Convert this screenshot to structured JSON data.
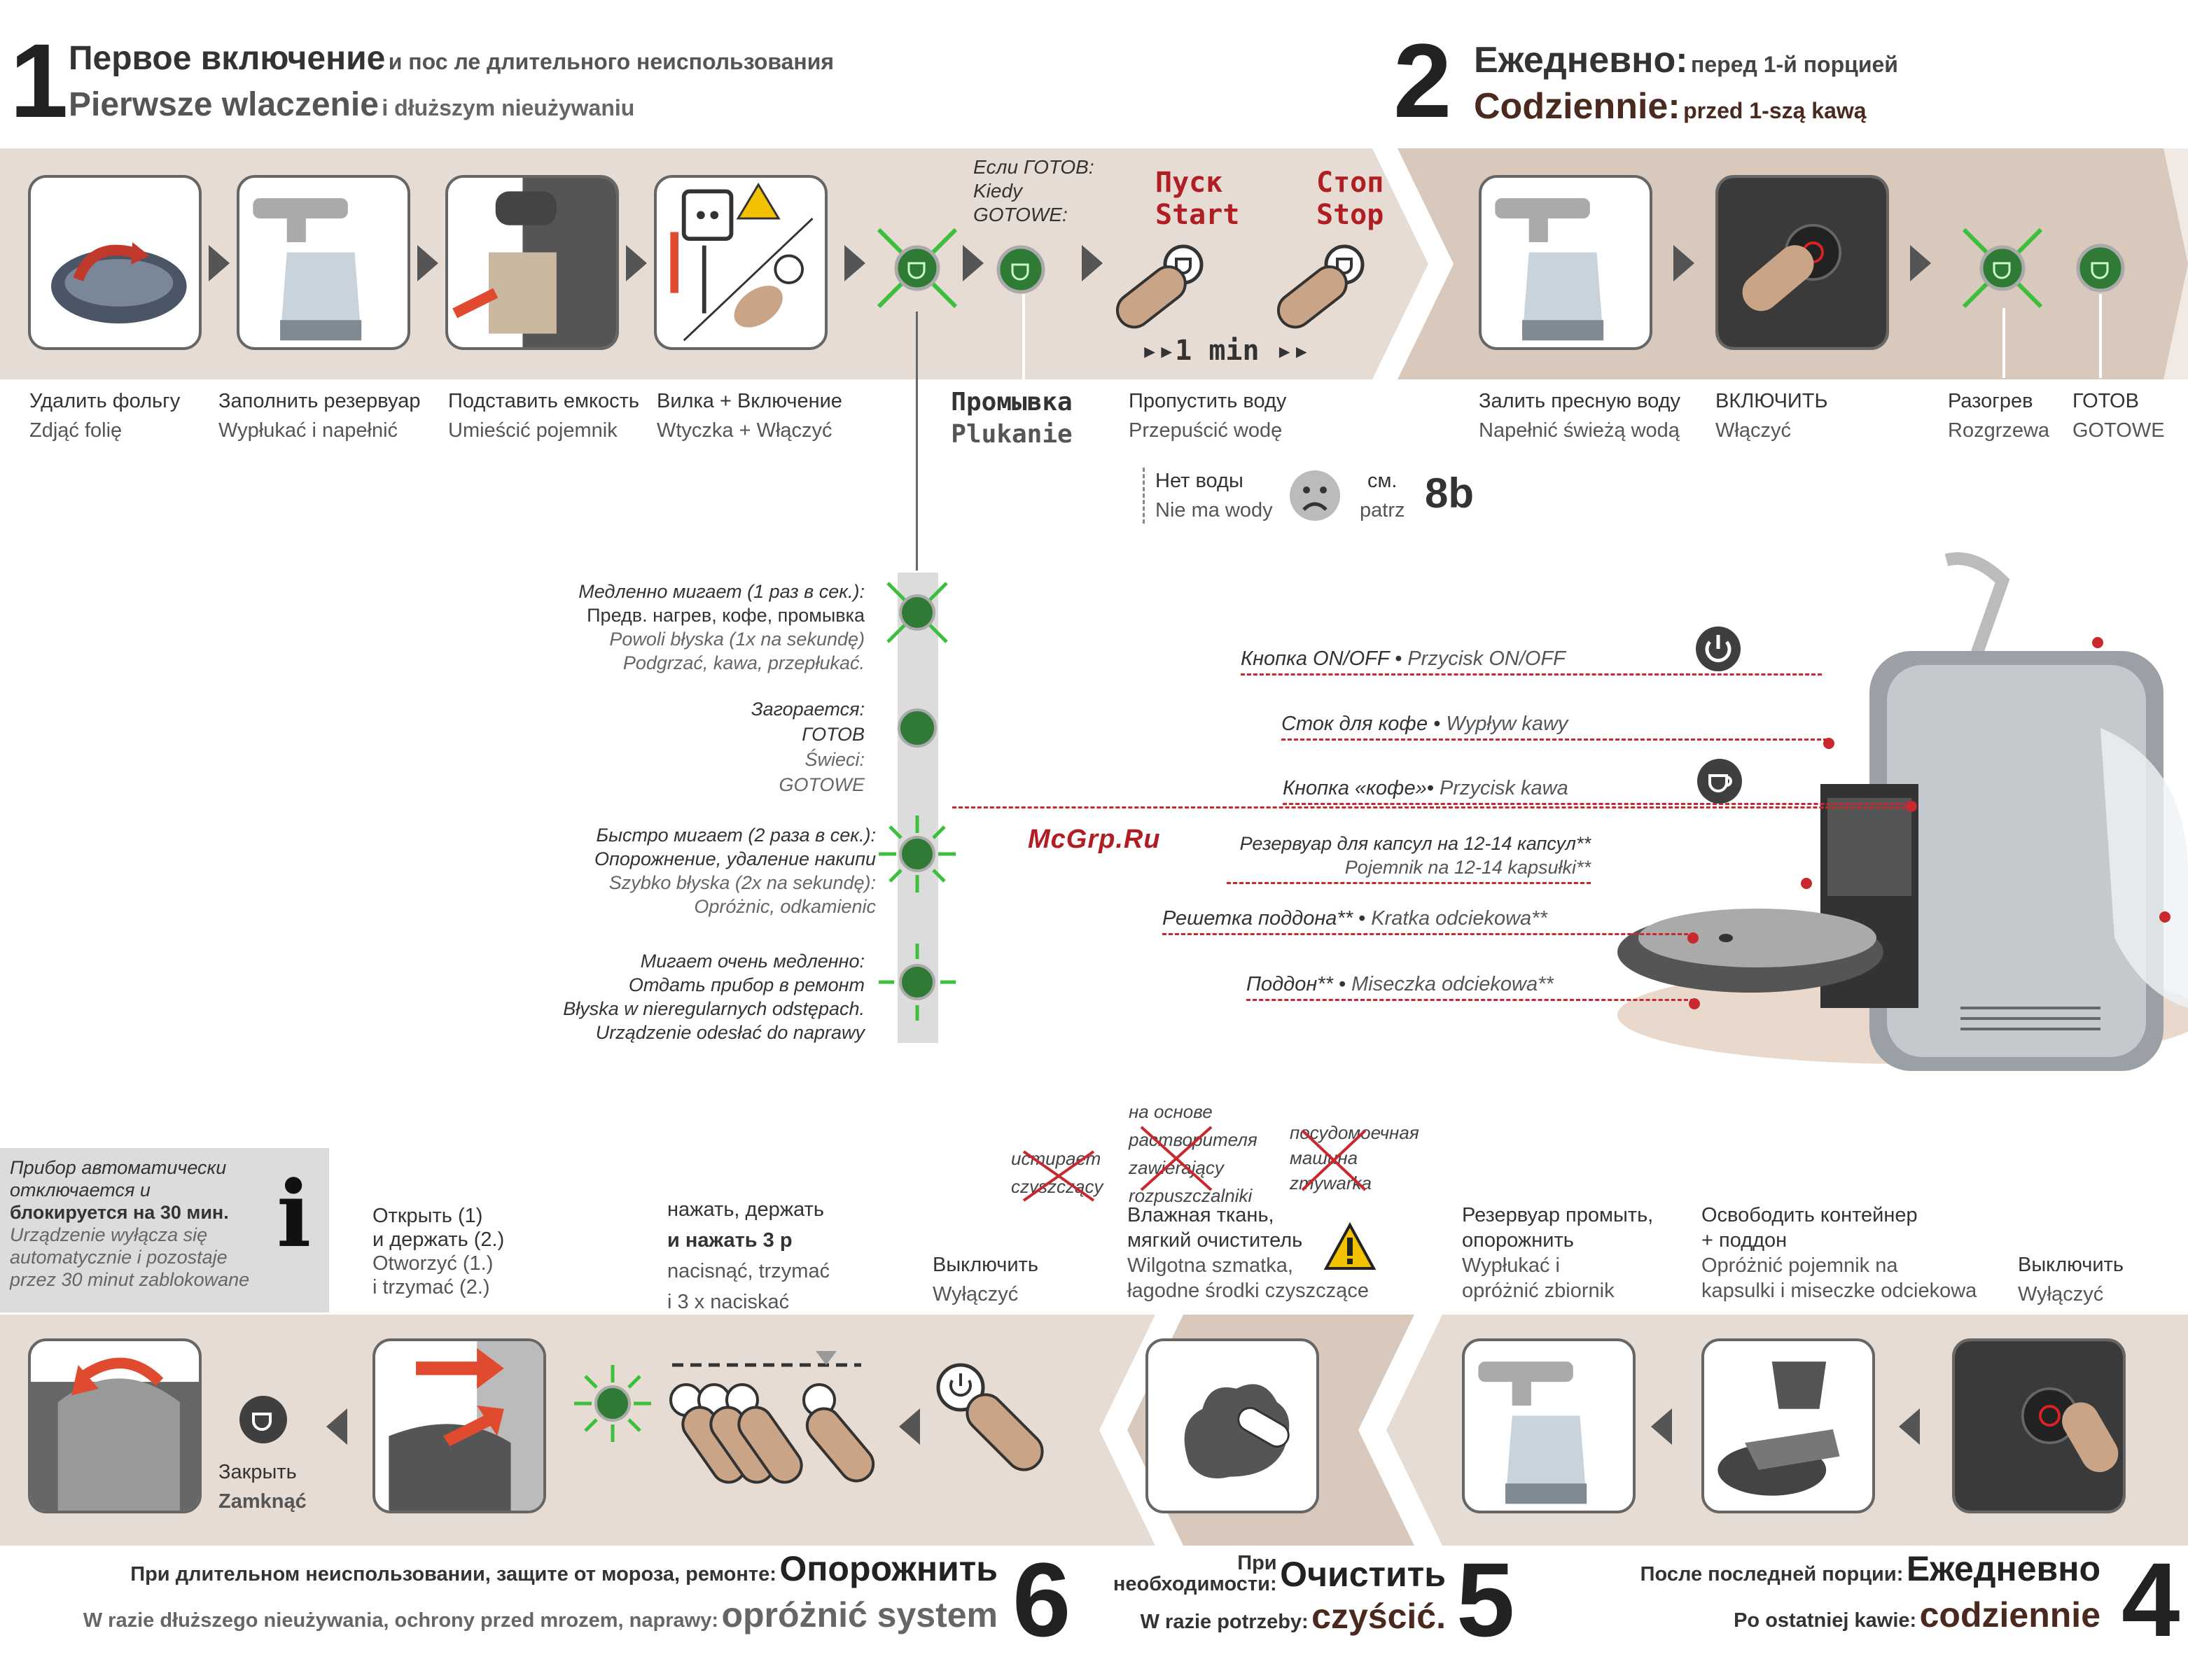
{
  "step1": {
    "num": "1",
    "title_ru": "Первое включение",
    "sub_ru": "и пос ле длительного неиспользования",
    "title_pl": "Pierwsze wlaczenie",
    "sub_pl": "i dłuższym nieużywaniu"
  },
  "step2": {
    "num": "2",
    "title_ru": "Ежедневно:",
    "sub_ru": "перед 1-й порцией",
    "title_pl": "Codziennie:",
    "sub_pl": "przed 1-szą kawą"
  },
  "row1_labels": [
    {
      "ru": "Удалить фольгу",
      "pl": "Zdjąć folię"
    },
    {
      "ru": "Заполнить резервуар",
      "pl": "Wypłukać i napełnić"
    },
    {
      "ru": "Подставить емкость",
      "pl": "Umieścić pojemnik"
    },
    {
      "ru": "Вилка + Включение",
      "pl": "Wtyczka + Włączyć"
    }
  ],
  "ready_note": {
    "ru": "Если ГОТОВ:",
    "pl": "Kiedy GOTOWE:"
  },
  "start": {
    "ru": "Пуск",
    "pl": "Start"
  },
  "stop": {
    "ru": "Стоп",
    "pl": "Stop"
  },
  "one_min": "▸▸1 min ▸▸",
  "rinse": {
    "ru": "Промывка",
    "pl": "Plukanie"
  },
  "pass_water": {
    "ru": "Пропустить воду",
    "pl": "Przepuścić wodę"
  },
  "no_water": {
    "ru": "Нет воды",
    "pl": "Nie ma wody",
    "see_ru": "см.",
    "see_pl": "patrz",
    "ref": "8b"
  },
  "row2_labels": [
    {
      "ru": "Залить пресную воду",
      "pl": "Napełnić świeżą wodą"
    },
    {
      "ru": "ВКЛЮЧИТЬ",
      "pl": "Włączyć"
    },
    {
      "ru": "Разогрев",
      "pl": "Rozgrzewa"
    },
    {
      "ru": "ГОТОВ",
      "pl": "GOTOWE"
    }
  ],
  "legend": [
    {
      "ru1": "Медленно мигает (1 раз в сек.):",
      "ru2": "Предв. нагрев, кофе, промывка",
      "pl1": "Powoli błyska (1x na sekundę)",
      "pl2": "Podgrzać, kawa, przepłukać."
    },
    {
      "ru1": "Загорается:",
      "ru2": "ГОТОВ",
      "pl1": "Świeci:",
      "pl2": "GOTOWE"
    },
    {
      "ru1": "Быстро мигает (2 раза в сек.):",
      "ru2": "Опорожнение, удаление накипи",
      "pl1": "Szybko błyska (2x na sekundę):",
      "pl2": "Opróżnic, odkamienic"
    },
    {
      "ru1": "Мигает очень медленно:",
      "ru2": "Отдать прибор в ремонт",
      "pl1": "Błyska w nieregularnych odstępach.",
      "pl2": "Urządzenie odesłać do naprawy"
    }
  ],
  "watermark": "McGrp.Ru",
  "parts": [
    {
      "ru": "Кнопка ON/OFF",
      "sep": " • ",
      "pl": "Przycisk ON/OFF"
    },
    {
      "ru": "Сток для кофе",
      "sep": " • ",
      "pl": "Wypływ kawy"
    },
    {
      "ru": "Кнопка «кофе»",
      "sep": "• ",
      "pl": "Przycisk kawa"
    },
    {
      "ru": "Резервуар для капсул на 12-14 капсул**",
      "sep": "",
      "pl": "Pojemnik na 12-14 kapsułki**"
    },
    {
      "ru": "Решетка поддона**",
      "sep": " • ",
      "pl": "Kratka odciekowa**"
    },
    {
      "ru": "Поддон**",
      "sep": " • ",
      "pl": "Miseczka odciekowa**"
    }
  ],
  "auto_off": {
    "ru1": "Прибор автоматически",
    "ru2": "отключается и",
    "ru3": "блокируется на 30 мин.",
    "pl1": "Urządzenie wyłącza się",
    "pl2": "automatycznie i pozostaje",
    "pl3": "przez 30 minut zablokowane",
    "icon": "i"
  },
  "row3_labels": {
    "open": {
      "ru1": "Открыть (1)",
      "ru2": "и держать (2.)",
      "pl1": "Otworzyć (1.)",
      "pl2": "i trzymać (2.)"
    },
    "press": {
      "ru1": "нажать, держать",
      "ru2": "и нажать 3 р",
      "pl1": "nacisnąć, trzymać",
      "pl2": "i 3 x naciskać"
    },
    "off1": {
      "ru": "Выключить",
      "pl": "Wyłączyć"
    },
    "cloth": {
      "ru1": "Влажная ткань,",
      "ru2": "мягкий очиститель",
      "pl1": "Wilgotna szmatka,",
      "pl2": "łagodne środki czyszczące"
    },
    "rinse_tank": {
      "ru1": "Резервуар промыть,",
      "ru2": "опорожнить",
      "pl1": "Wypłukać i",
      "pl2": "opróżnić zbiornik"
    },
    "empty": {
      "ru1": "Освободить контейнер",
      "ru2": "+ поддон",
      "pl1": "Opróżnić pojemnik na",
      "pl2": "kapsulki i miseczke odciekowa"
    },
    "off2": {
      "ru": "Выключить",
      "pl": "Wyłączyć"
    },
    "close": {
      "ru": "Закрыть",
      "pl": "Zamknąć"
    }
  },
  "forbidden": [
    {
      "ru": "истирает",
      "pl": "czyszczący"
    },
    {
      "ru1": "на основе",
      "ru2": "растворителя",
      "pl1": "zawierający",
      "pl2": "rozpuszczalniki"
    },
    {
      "ru1": "посудомоечная",
      "ru2": "машина",
      "pl": "zmywarka"
    }
  ],
  "step6": {
    "num": "6",
    "ru_pre": "При длительном неиспользовании, защите от мороза, ремонте:",
    "ru_big": "Опорожнить",
    "pl_pre": "W razie dłuższego nieużywania, ochrony przed mrozem, naprawy:",
    "pl_big": "opróżnić system"
  },
  "step5": {
    "num": "5",
    "ru_pre1": "При",
    "ru_pre2": "необходимости:",
    "ru_big": "Очистить",
    "pl_pre": "W razie potrzeby:",
    "pl_big": "czyścić."
  },
  "step4": {
    "num": "4",
    "ru_pre": "После последней порции:",
    "ru_big": "Ежедневно",
    "pl_pre": "Po ostatniej kawie:",
    "pl_big": "codziennie"
  },
  "colors": {
    "band": "#e6dcd4",
    "light_green": "#2f7a35",
    "flash": "#3cbf3c",
    "dashed_red": "#c8282e",
    "start_red": "#b01e24"
  }
}
